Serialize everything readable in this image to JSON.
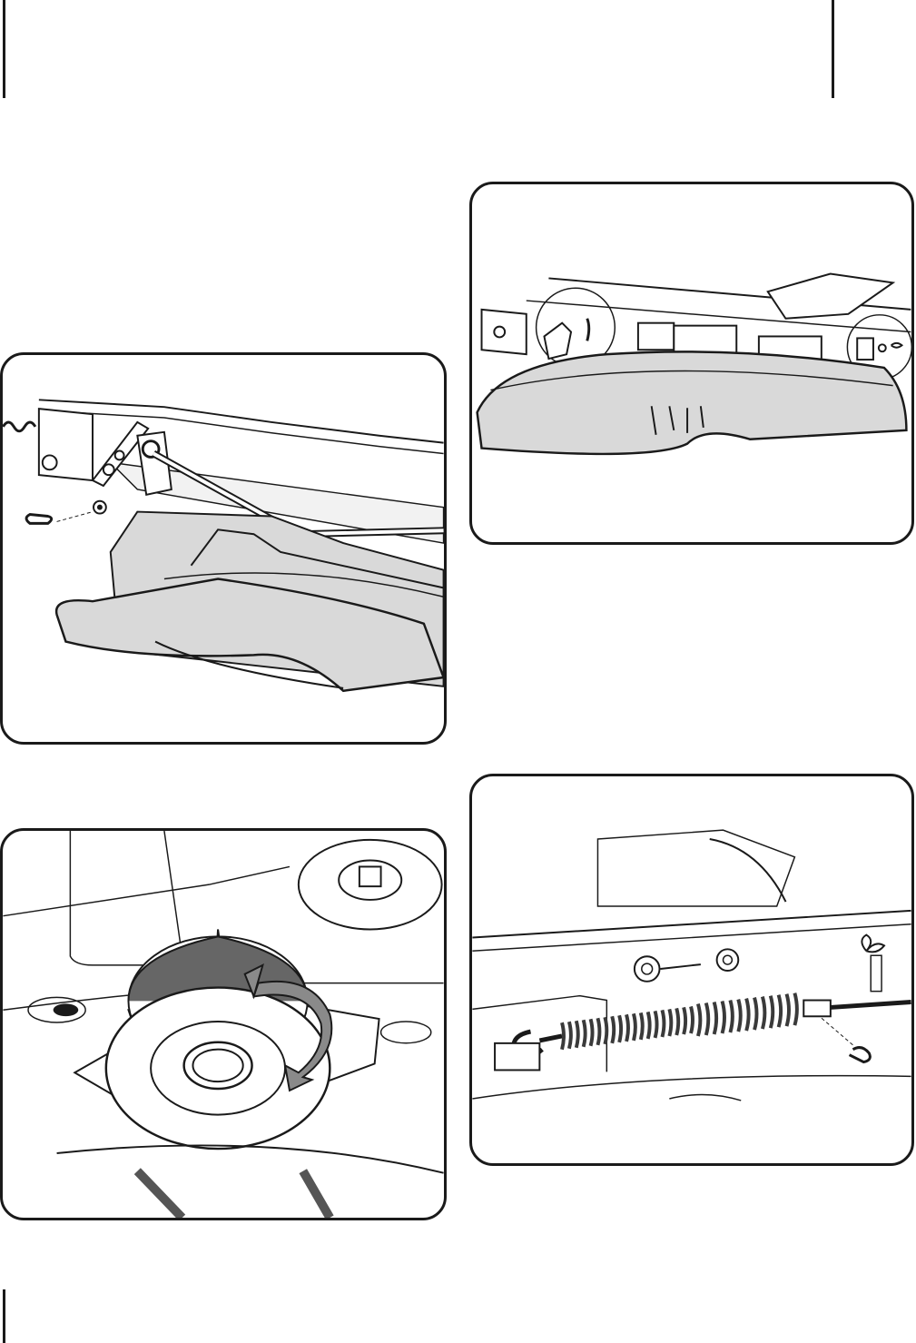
{
  "page": {
    "figures": [
      {
        "name": "deck-hanger-bracket-removal",
        "caption": ""
      },
      {
        "name": "deck-underside-overview",
        "caption": ""
      },
      {
        "name": "idler-pulley-rotation",
        "caption": ""
      },
      {
        "name": "idler-spring-removal",
        "caption": ""
      }
    ],
    "colors": {
      "line": "#1a1a1a",
      "deck_fill": "#d9d9d9",
      "belt": "#555555",
      "arrow_fill": "#8a8a8a",
      "spring": "#3a3a3a"
    }
  }
}
